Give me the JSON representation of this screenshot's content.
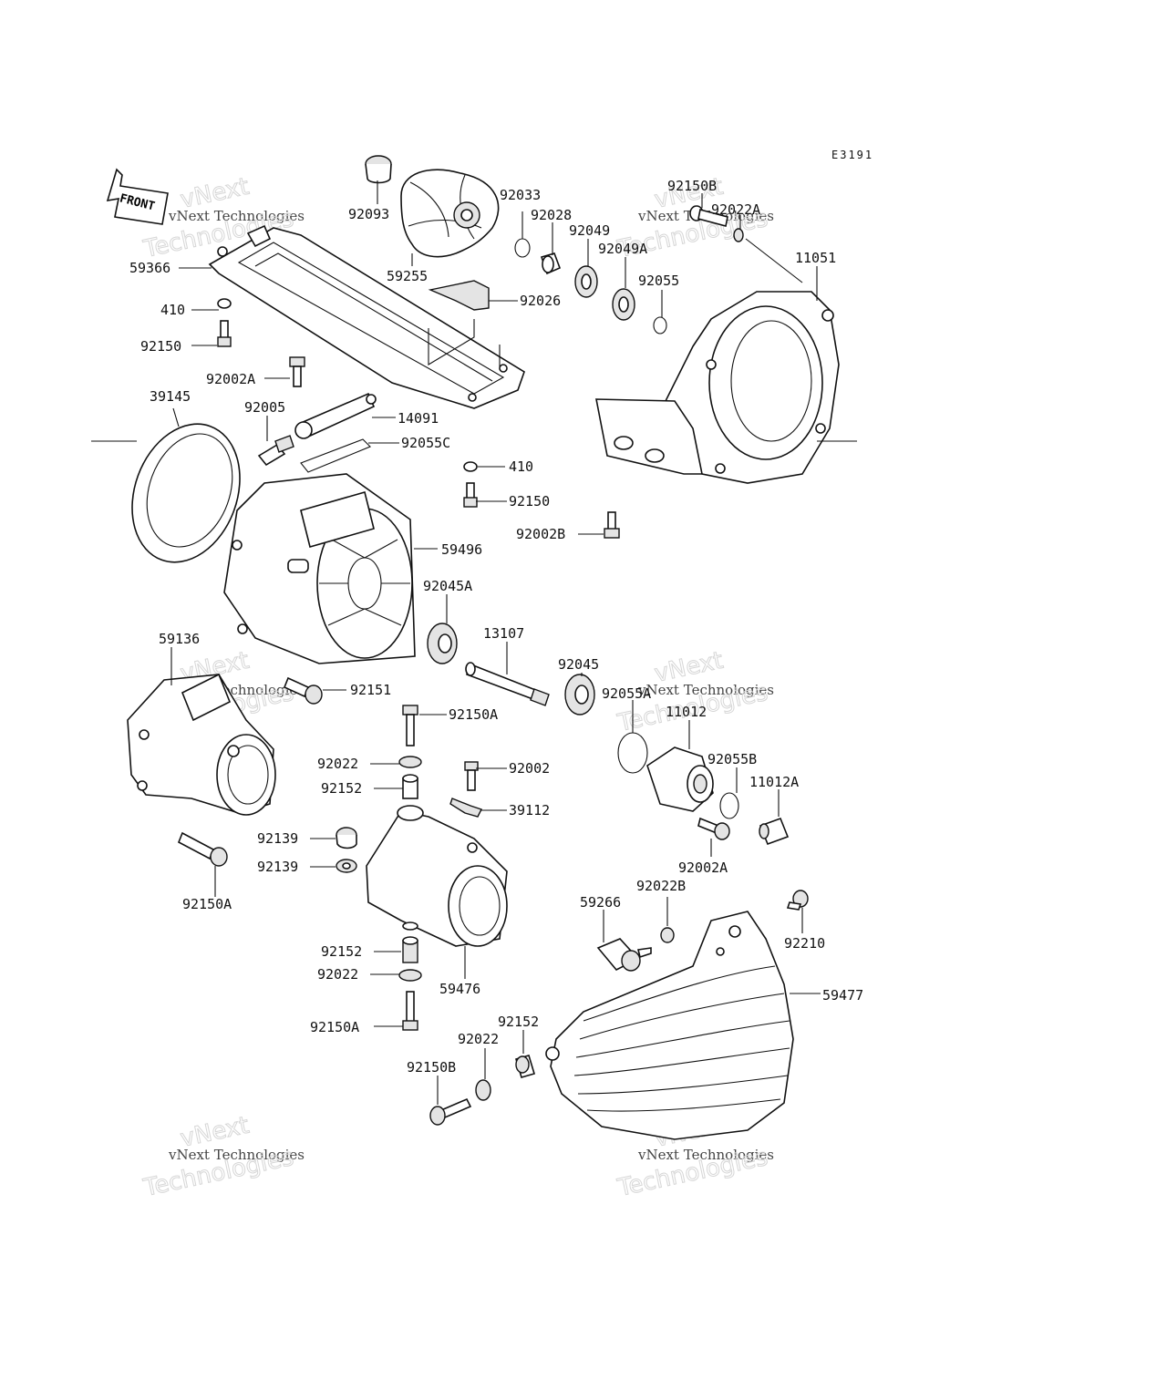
{
  "diagram_code": "E3191",
  "front_label": "FRONT",
  "watermark": {
    "line_small": "vNext Technologies",
    "line_big_top": "vNext",
    "line_big_bottom": "Technologies"
  },
  "parts": {
    "p92093": "92093",
    "p59255": "59255",
    "p92033": "92033",
    "p92028": "92028",
    "p92049": "92049",
    "p92049A": "92049A",
    "p92055": "92055",
    "p92150B_top": "92150B",
    "p92022A": "92022A",
    "p11051": "11051",
    "p59366": "59366",
    "p92026": "92026",
    "p410_top": "410",
    "p92150_top": "92150",
    "p92002A_top": "92002A",
    "p39145": "39145",
    "p92005": "92005",
    "p14091": "14091",
    "p92055C": "92055C",
    "p410_mid": "410",
    "p92150_mid": "92150",
    "p92002B": "92002B",
    "p59496": "59496",
    "p92045A": "92045A",
    "p13107": "13107",
    "p92045": "92045",
    "p59136": "59136",
    "p92151": "92151",
    "p92055A": "92055A",
    "p11012": "11012",
    "p92150A_1": "92150A",
    "p92022_1": "92022",
    "p92002": "92002",
    "p92152_1": "92152",
    "p39112": "39112",
    "p92055B": "92055B",
    "p11012A": "11012A",
    "p92139_1": "92139",
    "p92139_2": "92139",
    "p92002A_bot": "92002A",
    "p92150A_2": "92150A",
    "p92022B": "92022B",
    "p59266": "59266",
    "p92210": "92210",
    "p92152_2": "92152",
    "p92022_2": "92022",
    "p59476": "59476",
    "p59477": "59477",
    "p92150A_3": "92150A",
    "p92152_3": "92152",
    "p92022_3": "92022",
    "p92150B_bot": "92150B"
  }
}
